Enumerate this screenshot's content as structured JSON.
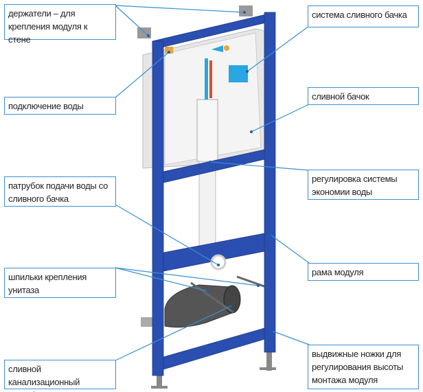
{
  "labels": {
    "holders": "держатели – для крепления модуля к стене",
    "flush_system": "система сливного бачка",
    "water_connection": "подключение воды",
    "cistern": "сливной бачок",
    "supply_pipe": "патрубок подачи воды со сливного бачка",
    "economy_adjust": "регулировка системы экономии воды",
    "frame": "рама модуля",
    "studs": "шпильки крепления унитаза",
    "drain_pipe": "сливной канализационный патрубок",
    "legs": "выдвижные ножки для регулирования высоты монтажа модуля"
  },
  "colors": {
    "frame": "#2a4fb0",
    "callout": "#3b8fd0",
    "tank": "#ececec",
    "flush_block": "#2aa6e0"
  }
}
